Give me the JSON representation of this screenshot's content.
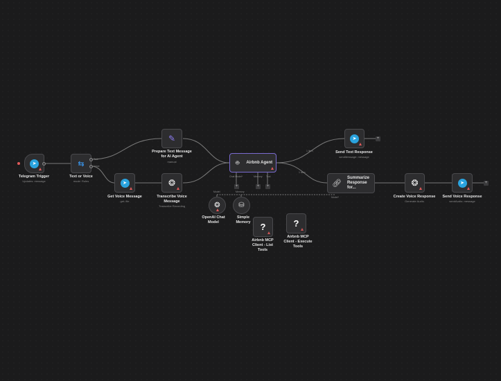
{
  "nodes": {
    "telegram_trigger": {
      "title": "Telegram Trigger",
      "subtitle": "Updates: message"
    },
    "text_or_voice": {
      "title": "Text or Voice",
      "subtitle": "mode: Rules",
      "outputs": [
        "Text",
        "Voice"
      ]
    },
    "prepare_text": {
      "title": "Prepare Text Message for AI Agent",
      "subtitle": "manual"
    },
    "get_voice": {
      "title": "Get Voice Message",
      "subtitle": "get: file"
    },
    "transcribe": {
      "title": "Transcribe Voice Message",
      "subtitle": "Transcribe Recording"
    },
    "agent": {
      "title": "Airbnb Agent",
      "ports": [
        "Chat Model*",
        "Memory",
        "Tool"
      ]
    },
    "send_text": {
      "title": "Send Text Response",
      "subtitle": "sendMessage: message"
    },
    "summarize": {
      "title": "Summarize Response for...",
      "port": "Model*"
    },
    "create_voice": {
      "title": "Create Voice Response",
      "subtitle": "Generate Audio"
    },
    "send_voice": {
      "title": "Send Voice Response",
      "subtitle": "sendAudio: message"
    },
    "openai_model": {
      "title": "OpenAI Chat Model",
      "port": "Model"
    },
    "simple_memory": {
      "title": "Simple Memory",
      "port": "Memory"
    },
    "mcp_list": {
      "title": "Airbnb MCP Client - List Tools",
      "icon": "?"
    },
    "mcp_execute": {
      "title": "Airbnb MCP Client - Execute Tools",
      "icon": "?"
    }
  },
  "edges": {
    "label_text": "1 item",
    "label_summarize": "1 item"
  },
  "plus": "+",
  "colors": {
    "background": "#1b1b1c",
    "node": "#2d2d2f",
    "agent_border": "#7a6bd0",
    "telegram": "#2aa3de",
    "warning": "#e05a5a"
  }
}
